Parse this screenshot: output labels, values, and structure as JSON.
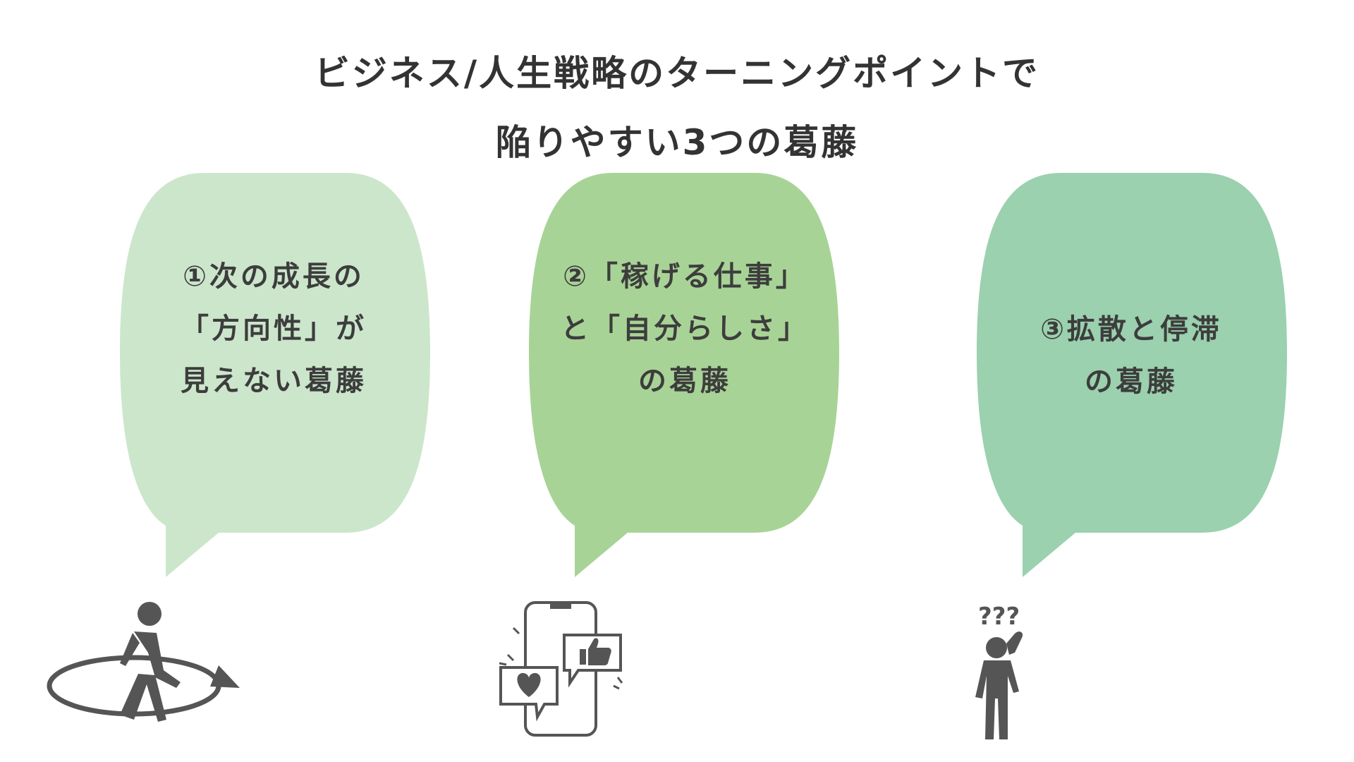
{
  "title": {
    "line1": "ビジネス/人生戦略のターニングポイントで",
    "line2": "陥りやすい3つの葛藤"
  },
  "bubbles": [
    {
      "color": "#cce6cc",
      "lines": [
        "①次の成長の",
        "「方向性」が",
        "見えない葛藤"
      ],
      "icon": "walking-person-circle-arrow-icon"
    },
    {
      "color": "#a8d396",
      "lines": [
        "②「稼げる仕事」",
        "と「自分らしさ」",
        "の葛藤"
      ],
      "icon": "smartphone-like-heart-icon"
    },
    {
      "color": "#9bd1ae",
      "lines": [
        "③拡散と停滞",
        "の葛藤"
      ],
      "icon": "confused-person-question-marks-icon"
    }
  ],
  "icons": {
    "question_marks": "???"
  },
  "colors": {
    "icon": "#555555",
    "text": "#3a3a3a"
  }
}
